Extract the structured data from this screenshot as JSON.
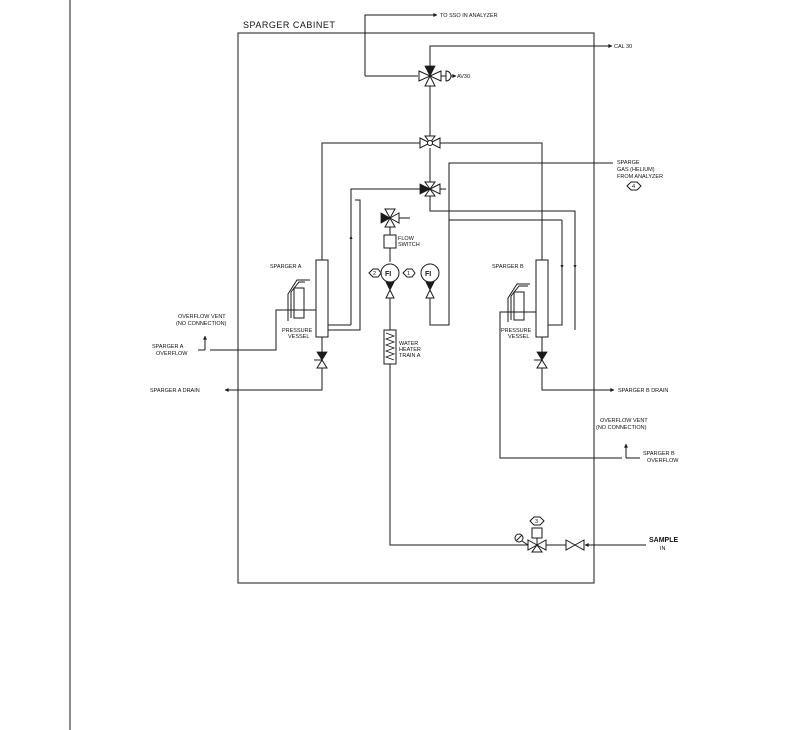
{
  "cabinet_title": "SPARGER CABINET",
  "labels": {
    "to_sso": "TO SSO IN ANALYZER",
    "cal30": "CAL 30",
    "av30": "AV30",
    "sparge_gas_1": "SPARGE",
    "sparge_gas_2": "GAS (HELIUM)",
    "sparge_gas_3": "FROM ANALYZER",
    "sparge_gas_ref": "4",
    "flow_switch_1": "FLOW",
    "flow_switch_2": "SWITCH",
    "fi_symbol": "FI",
    "fi_left_num": "2",
    "fi_right_num": "1",
    "sparger_a": "SPARGER A",
    "sparger_b": "SPARGER B",
    "pressure_vessel_a_1": "PRESSURE",
    "pressure_vessel_a_2": "VESSEL",
    "pressure_vessel_b_1": "PRESSURE",
    "pressure_vessel_b_2": "VESSEL",
    "overflow_vent_a_1": "OVERFLOW VENT",
    "overflow_vent_a_2": "(NO CONNECTION)",
    "overflow_vent_b_1": "OVERFLOW VENT",
    "overflow_vent_b_2": "(NO CONNECTION)",
    "sparger_a_overflow_1": "SPARGER A",
    "sparger_a_overflow_2": "OVERFLOW",
    "sparger_b_overflow_1": "SPARGER B",
    "sparger_b_overflow_2": "OVERFLOW",
    "sparger_a_drain": "SPARGER A DRAIN",
    "sparger_b_drain": "SPARGER B DRAIN",
    "water_heater_1": "WATER",
    "water_heater_2": "HEATER",
    "water_heater_3": "TRAIN A",
    "sample_in_1": "SAMPLE",
    "sample_in_2": "IN",
    "sample_ref": "3"
  }
}
